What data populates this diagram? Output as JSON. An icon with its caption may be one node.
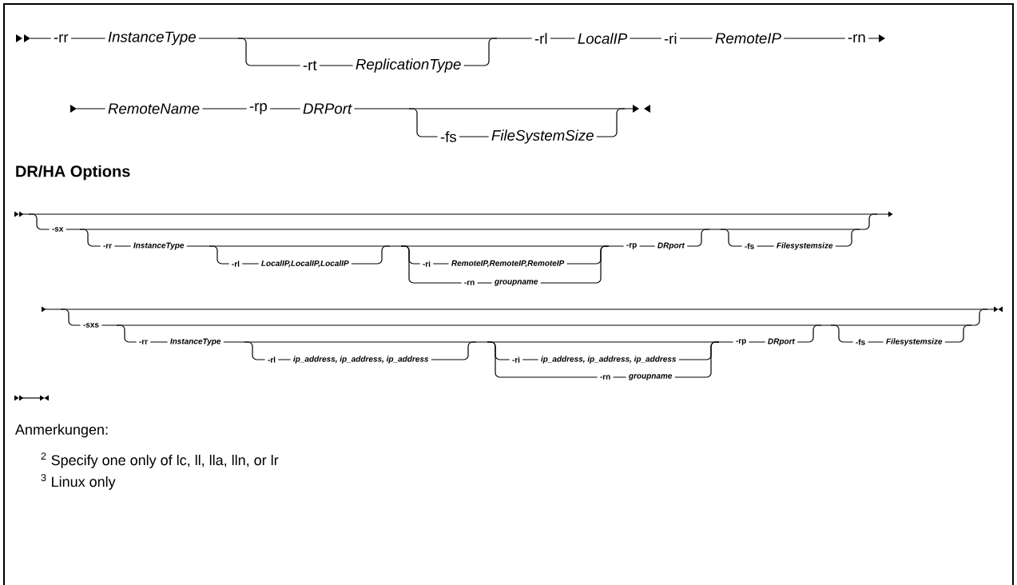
{
  "diagram": {
    "labels": [
      "-rr",
      "InstanceType",
      "-rl",
      "LocalIP",
      "-ri",
      "RemoteIP",
      "-rn",
      "-rt",
      "ReplicationType",
      "RemoteName",
      "-rp",
      "DRPort",
      "-fs",
      "FileSystemSize",
      "DR/HA Options",
      "-sx",
      "-rr",
      "InstanceType",
      "-rp",
      "DRport",
      "-fs",
      "Filesystemsize",
      "-rl",
      "LocalIP,LocalIP,LocalIP",
      "-ri",
      "RemoteIP,RemoteIP,RemoteIP",
      "-rn",
      "groupname",
      "-sxs",
      "-rr",
      "InstanceType",
      "-rp",
      "DRport",
      "-fs",
      "Filesystemsize",
      "-rl",
      "ip_address, ip_address, ip_address",
      "-ri",
      "ip_address, ip_address, ip_address",
      "-rn",
      "groupname",
      "Anmerkungen:",
      "$^{2}$ Specify one only of lc, ll, lla, lln, or lr",
      "$^{3}$ Linux only"
    ]
  }
}
